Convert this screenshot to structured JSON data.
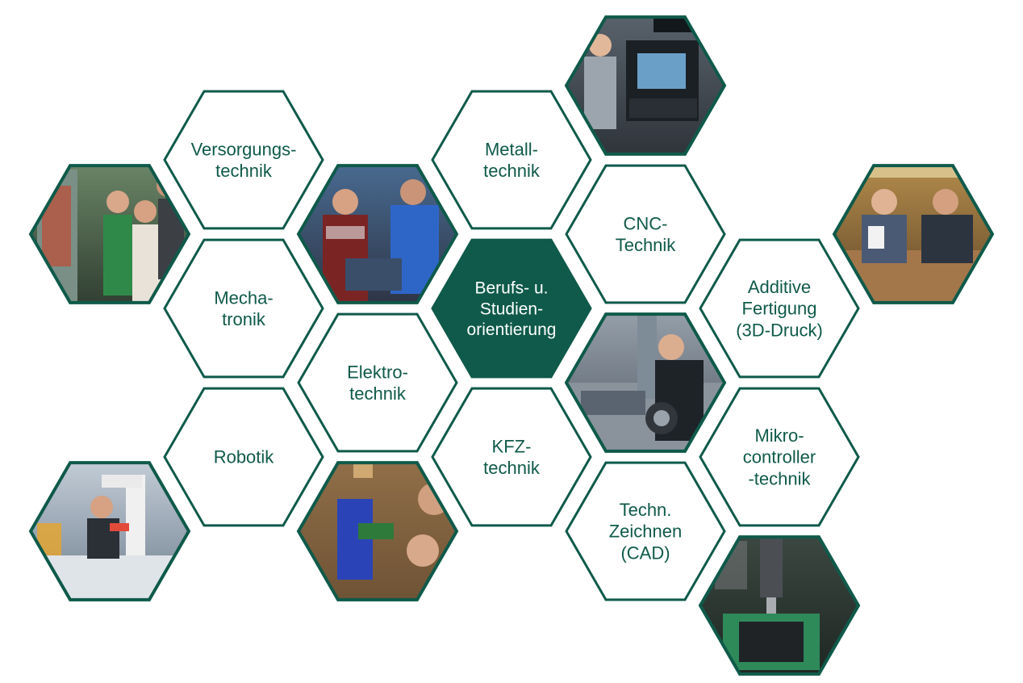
{
  "colors": {
    "primary": "#0f5a4a",
    "text_dark": "#0f5a4a",
    "text_light": "#ffffff",
    "background": "#ffffff"
  },
  "center": {
    "lines": [
      "Berufs- u.",
      "Studien-",
      "orientierung"
    ]
  },
  "topics": [
    {
      "id": "versorgungstechnik",
      "lines": [
        "Versorgungs-",
        "technik"
      ]
    },
    {
      "id": "metalltechnik",
      "lines": [
        "Metall-",
        "technik"
      ]
    },
    {
      "id": "cnc-technik",
      "lines": [
        "CNC-",
        "Technik"
      ]
    },
    {
      "id": "mechatronik",
      "lines": [
        "Mecha-",
        "tronik"
      ]
    },
    {
      "id": "additive-fertigung",
      "lines": [
        "Additive",
        "Fertigung",
        "(3D-Druck)"
      ]
    },
    {
      "id": "elektrotechnik",
      "lines": [
        "Elektro-",
        "technik"
      ]
    },
    {
      "id": "robotik",
      "lines": [
        "Robotik"
      ]
    },
    {
      "id": "kfz-technik",
      "lines": [
        "KFZ-",
        "technik"
      ]
    },
    {
      "id": "mikrocontrollertechnik",
      "lines": [
        "Mikro-",
        "controller",
        "-technik"
      ]
    },
    {
      "id": "techn-zeichnen",
      "lines": [
        "Techn.",
        "Zeichnen",
        "(CAD)"
      ]
    }
  ],
  "photos": [
    {
      "id": "photo-cnc-operator"
    },
    {
      "id": "photo-workshop-students"
    },
    {
      "id": "photo-mechanics-workbench"
    },
    {
      "id": "photo-3d-printing-students"
    },
    {
      "id": "photo-suspension-student"
    },
    {
      "id": "photo-robot-arm"
    },
    {
      "id": "photo-electronics-assembly"
    },
    {
      "id": "photo-drill-press"
    }
  ]
}
